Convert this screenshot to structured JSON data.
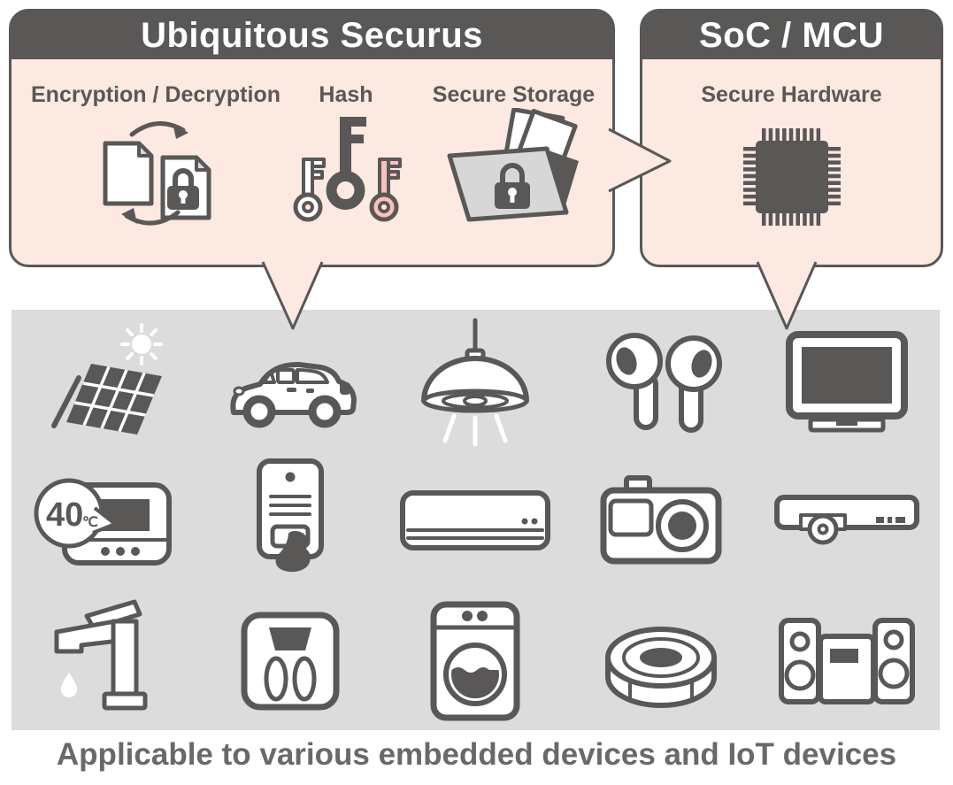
{
  "left_bubble": {
    "title": "Ubiquitous Securus",
    "features": [
      {
        "label": "Encryption / Decryption",
        "icon": "encryption-decryption-icon"
      },
      {
        "label": "Hash",
        "icon": "hash-keys-icon"
      },
      {
        "label": "Secure Storage",
        "icon": "secure-storage-folder-icon"
      }
    ]
  },
  "right_bubble": {
    "title": "SoC / MCU",
    "features": [
      {
        "label": "Secure Hardware",
        "icon": "soc-chip-icon"
      }
    ]
  },
  "devices": {
    "items": [
      "solar-panel",
      "car",
      "ceiling-pendant-light",
      "wireless-earbuds",
      "television",
      "water-heater-controller",
      "video-doorbell",
      "air-conditioner",
      "digital-camera",
      "disc-player",
      "faucet",
      "bathroom-scale",
      "washing-machine",
      "robot-vacuum",
      "mini-audio-system"
    ],
    "heater_display": {
      "value": "40",
      "unit": "℃"
    }
  },
  "caption": "Applicable to various embedded devices and IoT devices",
  "colors": {
    "outline_dark": "#5a5757",
    "bubble_fill": "#fce9e1",
    "header_fill": "#5a5757",
    "header_text": "#ffffff",
    "device_area_fill": "#dcdcdd",
    "accent_pink_key": "#f7c2bc",
    "folder_gray": "#d7d7d8"
  }
}
